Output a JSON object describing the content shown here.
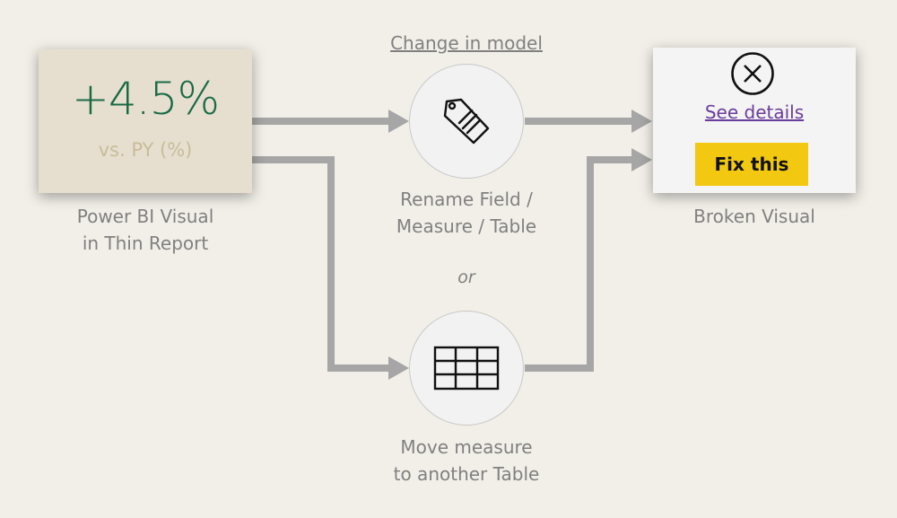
{
  "source_visual": {
    "kpi_value": "+4.5%",
    "kpi_subtitle": "vs. PY (%)",
    "caption_line1": "Power BI Visual",
    "caption_line2": "in Thin Report",
    "kpi_color": "#1a6a45",
    "card_color": "#e6dfd0"
  },
  "model_change": {
    "header": "Change in model",
    "option1": {
      "icon": "tag-icon",
      "caption_line1": "Rename Field /",
      "caption_line2": "Measure / Table"
    },
    "separator": "or",
    "option2": {
      "icon": "table-icon",
      "caption_line1": "Move measure",
      "caption_line2": "to another Table"
    }
  },
  "broken_visual": {
    "icon": "error-circle-x-icon",
    "see_details_link": "See details",
    "fix_button": "Fix this",
    "caption": "Broken Visual",
    "button_color": "#f2c811",
    "link_color": "#6a3d9a"
  },
  "connector_color": "#a6a6a6"
}
